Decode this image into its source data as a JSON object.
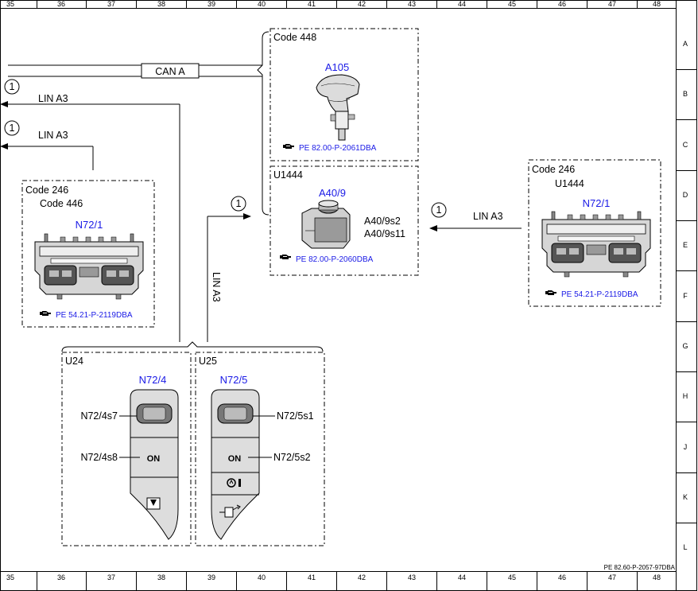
{
  "ruler": {
    "columns": [
      "35",
      "36",
      "37",
      "38",
      "39",
      "40",
      "41",
      "42",
      "43",
      "44",
      "45",
      "46",
      "47",
      "48"
    ],
    "rows": [
      "A",
      "B",
      "C",
      "D",
      "E",
      "F",
      "G",
      "H",
      "J",
      "K",
      "L"
    ]
  },
  "bus": {
    "can_label": "CAN A",
    "lin_label": "LIN A3",
    "marker": "1"
  },
  "top_modules": {
    "code_448": {
      "code": "Code 448",
      "component": "A105",
      "ref": "PE 82.00-P-2061DBA"
    },
    "u1444": {
      "code": "U1444",
      "component": "A40/9",
      "switch_1": "A40/9s2",
      "switch_2": "A40/9s11",
      "ref": "PE 82.00-P-2060DBA"
    }
  },
  "left_module": {
    "code_1": "Code 246",
    "code_2": "Code 446",
    "component": "N72/1",
    "ref": "PE 54.21-P-2119DBA"
  },
  "right_module": {
    "code_1": "Code 246",
    "code_2": "U1444",
    "component": "N72/1",
    "ref": "PE 54.21-P-2119DBA"
  },
  "u24": {
    "code": "U24",
    "component": "N72/4",
    "switch_1": "N72/4s7",
    "switch_2": "N72/4s8",
    "on_label": "ON"
  },
  "u25": {
    "code": "U25",
    "component": "N72/5",
    "switch_1": "N72/5s1",
    "switch_2": "N72/5s2",
    "on_label": "ON"
  },
  "footer_ref": "PE 82.60-P-2057-97DBA",
  "icons": [
    "hand-pointer-icon",
    "seat-massage-icon",
    "headlamp-icon",
    "seat-belt-icon",
    "gear-selector-lever",
    "control-knob",
    "switch-panel"
  ]
}
